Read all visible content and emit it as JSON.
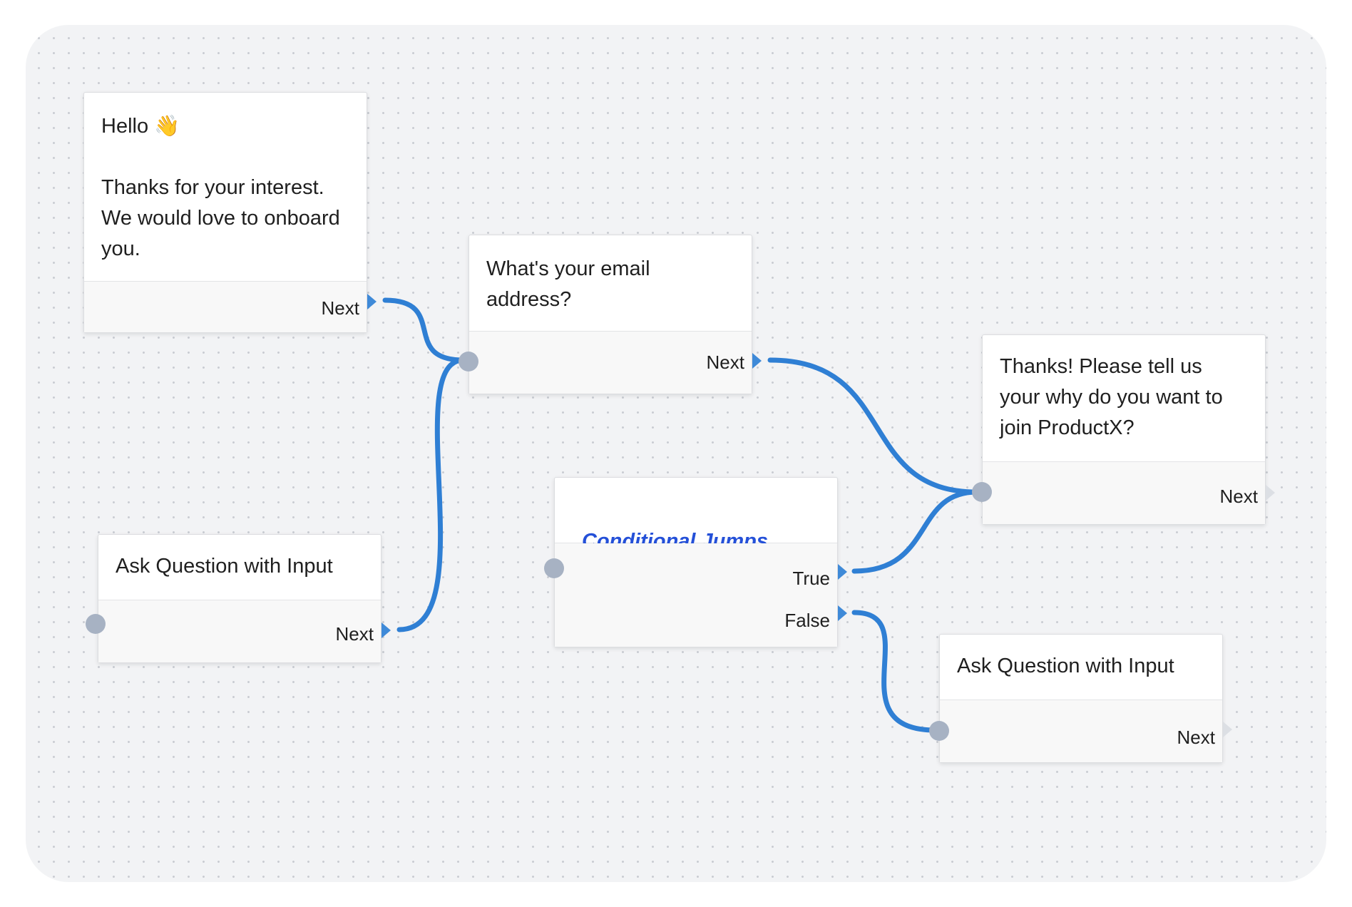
{
  "colors": {
    "wire": "#2f7fd4",
    "port_in": "#a7b2c3",
    "port_out_active": "#3f8ad8",
    "port_out_idle": "#dcdfe4",
    "conditional_title": "#2450d8"
  },
  "nodes": {
    "hello": {
      "text": "Hello 👋\n\nThanks for your interest.\nWe would love to onboard\nyou.",
      "output": "Next"
    },
    "email": {
      "text": "What's your email\naddress?",
      "output": "Next"
    },
    "thanks": {
      "text": "Thanks! Please tell us\nyour why do you want to\njoin ProductX?",
      "output": "Next"
    },
    "ask_left": {
      "text": "Ask Question with Input",
      "output": "Next"
    },
    "conditional": {
      "title": "Conditional Jumps",
      "output_true": "True",
      "output_false": "False"
    },
    "ask_right": {
      "text": "Ask Question with Input",
      "output": "Next"
    }
  }
}
